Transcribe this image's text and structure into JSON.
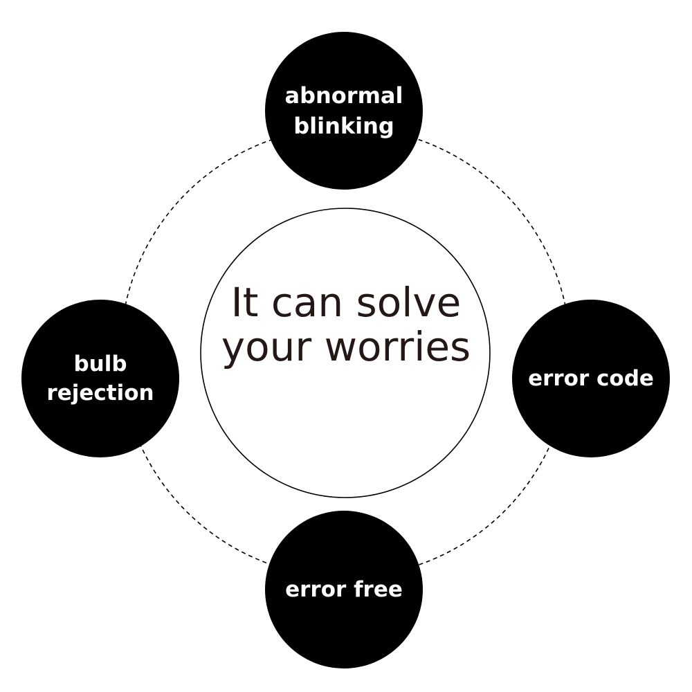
{
  "center": {
    "line1": "It can solve",
    "line2": "your worries"
  },
  "nodes": {
    "top": {
      "line1": "abnormal",
      "line2": "blinking"
    },
    "left": {
      "line1": "bulb",
      "line2": "rejection"
    },
    "right": {
      "line1": "error code"
    },
    "bottom": {
      "line1": "error free"
    }
  },
  "colors": {
    "node_fill": "#000000",
    "node_text": "#ffffff",
    "center_text": "#231815",
    "ring_stroke": "#000000"
  }
}
